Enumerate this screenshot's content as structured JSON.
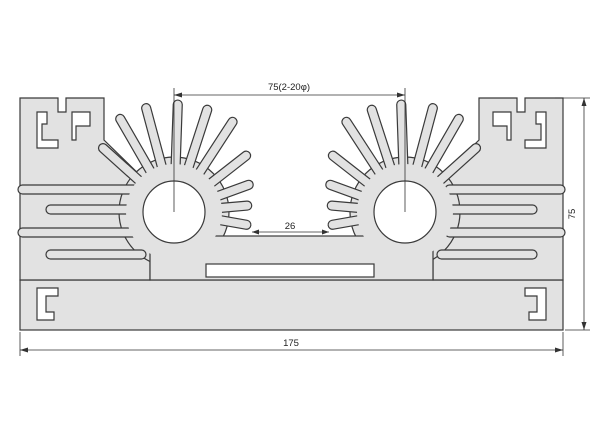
{
  "dimensions": {
    "overall_width": "175",
    "overall_height": "75",
    "hole_spacing": "75(2-20φ)",
    "gap_width": "26"
  }
}
